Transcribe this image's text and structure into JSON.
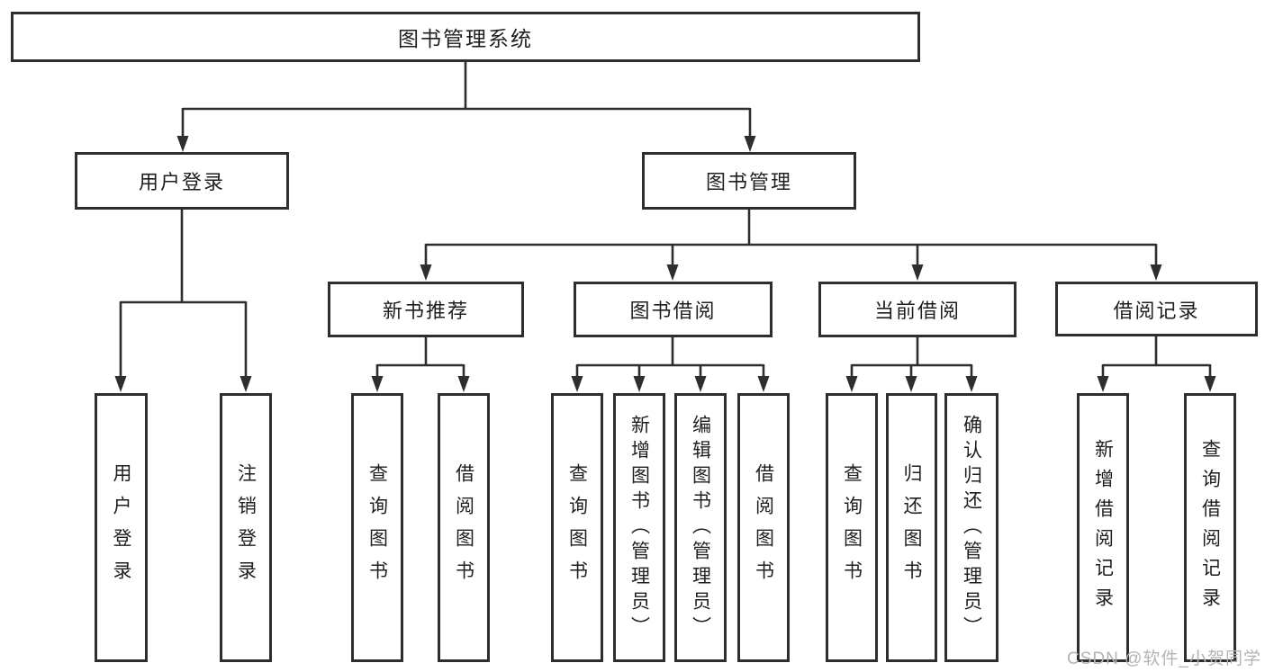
{
  "tree": {
    "root": "图书管理系统",
    "branches": [
      {
        "label": "用户登录",
        "children": [
          "用户登录",
          "注销登录"
        ]
      },
      {
        "label": "图书管理",
        "groups": [
          {
            "label": "新书推荐",
            "children": [
              "查询图书",
              "借阅图书"
            ]
          },
          {
            "label": "图书借阅",
            "children": [
              "查询图书",
              "新增图书（管理员）",
              "编辑图书（管理员）",
              "借阅图书"
            ]
          },
          {
            "label": "当前借阅",
            "children": [
              "查询图书",
              "归还图书",
              "确认归还（管理员）"
            ]
          },
          {
            "label": "借阅记录",
            "children": [
              "新增借阅记录",
              "查询借阅记录"
            ]
          }
        ]
      }
    ]
  },
  "colors": {
    "line": "#2e2e2e",
    "box_border": "#2e2e2e",
    "text": "#1f1f1f",
    "watermark": "#b3b3b3",
    "background": "#ffffff"
  },
  "watermark": "CSDN @软件_小贺同学"
}
